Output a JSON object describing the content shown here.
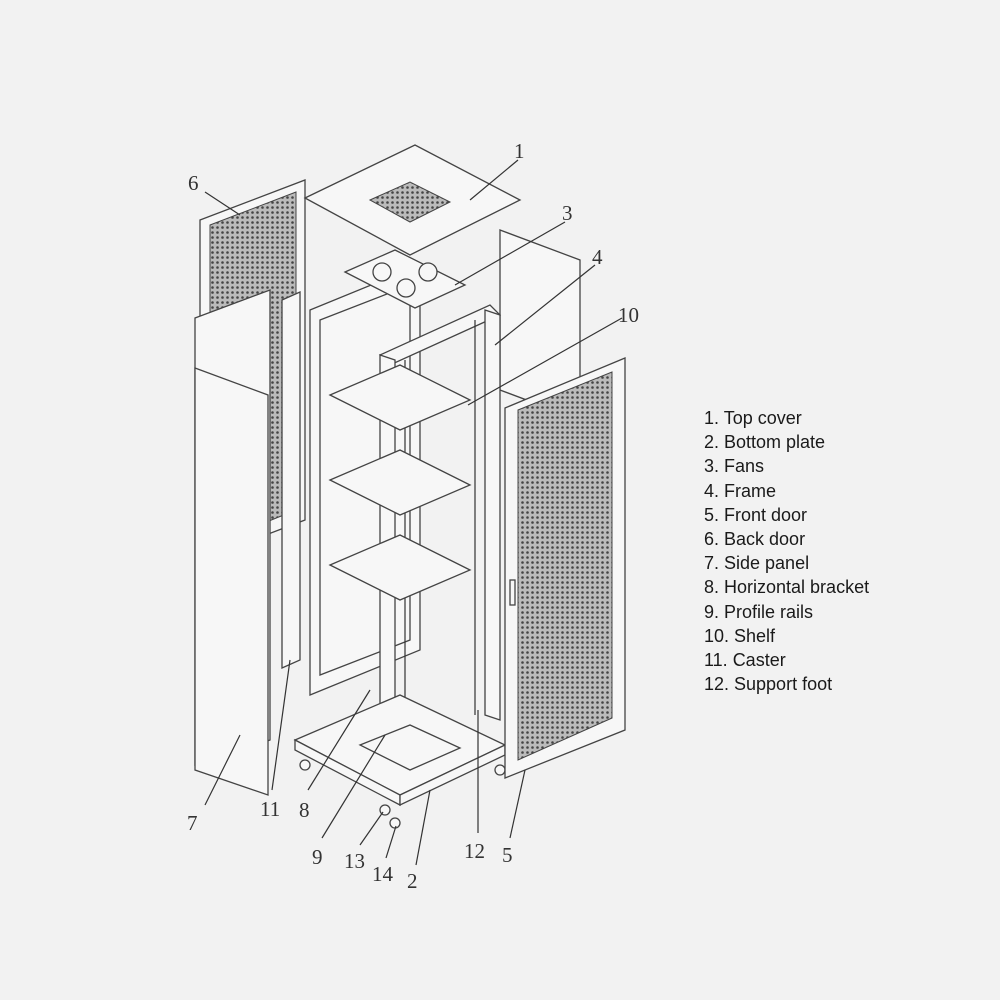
{
  "callouts": [
    "1",
    "2",
    "3",
    "4",
    "5",
    "6",
    "7",
    "8",
    "9",
    "10",
    "11",
    "12",
    "13",
    "14"
  ],
  "legend": [
    "1. Top cover",
    "2. Bottom plate",
    "3. Fans",
    "4. Frame",
    "5. Front door",
    "6. Back door",
    "7. Side panel",
    "8. Horizontal bracket",
    "9. Profile rails",
    "10. Shelf",
    "11. Caster",
    "12. Support foot"
  ],
  "colors": {
    "background": "#f2f2f2",
    "line": "#333333"
  }
}
